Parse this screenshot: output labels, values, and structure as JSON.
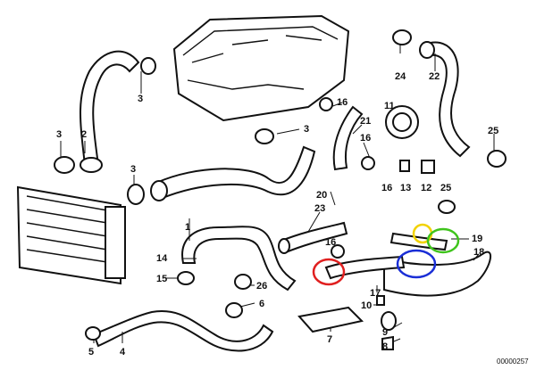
{
  "diagram": {
    "catalog_number": "00000257",
    "labels": [
      "1",
      "2",
      "3",
      "3",
      "3",
      "3",
      "4",
      "5",
      "6",
      "7",
      "8",
      "9",
      "10",
      "11",
      "12",
      "13",
      "14",
      "15",
      "16",
      "16",
      "16",
      "16",
      "17",
      "18",
      "19",
      "20",
      "21",
      "22",
      "23",
      "24",
      "25",
      "25",
      "26"
    ],
    "highlights": [
      {
        "name": "highlight-red",
        "color": "#e02020"
      },
      {
        "name": "highlight-yellow",
        "color": "#f2d200"
      },
      {
        "name": "highlight-green",
        "color": "#3fc41c"
      },
      {
        "name": "highlight-blue",
        "color": "#1a2ed6"
      }
    ]
  }
}
